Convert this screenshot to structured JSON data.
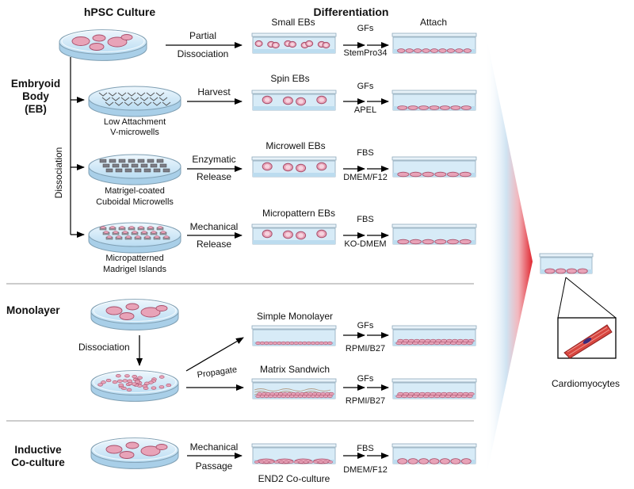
{
  "headers": {
    "hpsc": "hPSC Culture",
    "differentiation": "Differentiation"
  },
  "sections": {
    "eb": [
      "Embryoid",
      "Body",
      "(EB)"
    ],
    "monolayer": "Monolayer",
    "inductive": [
      "Inductive",
      "Co-culture"
    ]
  },
  "vertical_label": "Dissociation",
  "rows": {
    "small": {
      "method_top": "Partial",
      "method_bottom": "Dissociation",
      "result": "Small EBs",
      "factor": "GFs",
      "medium": "StemPro34",
      "final": "Attach"
    },
    "spin": {
      "plate_caption": [
        "Low Attachment",
        "V-microwells"
      ],
      "method_top": "Harvest",
      "result": "Spin EBs",
      "factor": "GFs",
      "medium": "APEL"
    },
    "microwell": {
      "plate_caption": [
        "Matrigel-coated",
        "Cuboidal Microwells"
      ],
      "method_top": "Enzymatic",
      "method_bottom": "Release",
      "result": "Microwell EBs",
      "factor": "FBS",
      "medium": "DMEM/F12"
    },
    "micropattern": {
      "plate_caption": [
        "Micropatterned",
        "Madrigel Islands"
      ],
      "method_top": "Mechanical",
      "method_bottom": "Release",
      "result": "Micropattern EBs",
      "factor": "FBS",
      "medium": "KO-DMEM"
    },
    "monolayer": {
      "dissociation": "Dissociation",
      "propagate": "Propagate",
      "simple": "Simple Monolayer",
      "sandwich": "Matrix Sandwich",
      "factor1": "GFs",
      "medium1": "RPMI/B27",
      "factor2": "GFs",
      "medium2": "RPMI/B27"
    },
    "coculture": {
      "method_top": "Mechanical",
      "method_bottom": "Passage",
      "result": "END2 Co-culture",
      "factor": "FBS",
      "medium": "DMEM/F12"
    }
  },
  "output": "Cardiomyocytes",
  "colors": {
    "cell": "#e8a3b8",
    "cell_edge": "#a84e6a",
    "dish": "#cfe6f5",
    "dish_edge": "#7f9fb3",
    "wedge": "#e0262f"
  }
}
